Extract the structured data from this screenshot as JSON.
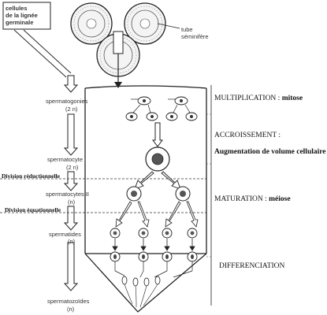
{
  "labels": {
    "germline_cells": "cellules\nde la lignée\ngerminale",
    "seminiferous_tube": "tube\nséminifère",
    "spermatogonia": "spermatogonies",
    "spermatogonia_ploidy": "(2 n)",
    "spermatocyte1": "spermatocyte I",
    "spermatocyte1_ploidy": "(2 n)",
    "spermatocytes2": "spermatocytes II",
    "spermatocytes2_ploidy": "(n)",
    "spermatids": "spermatides",
    "spermatids_ploidy": "(n)",
    "spermatozoa": "spermatozoïdes",
    "spermatozoa_ploidy": "(n)"
  },
  "divisions": {
    "reductional": "Division réductionnelle",
    "equational": "Division équationnelle"
  },
  "phases": {
    "multiplication_title": "MULTIPLICATION : ",
    "multiplication_detail": "mitose",
    "growth_title": "ACCROISSEMENT :",
    "growth_detail": "Augmentation de volume cellulaire",
    "maturation_title": "MATURATION : ",
    "maturation_detail": "méiose",
    "differentiation_title": "DIFFERENCIATION"
  }
}
